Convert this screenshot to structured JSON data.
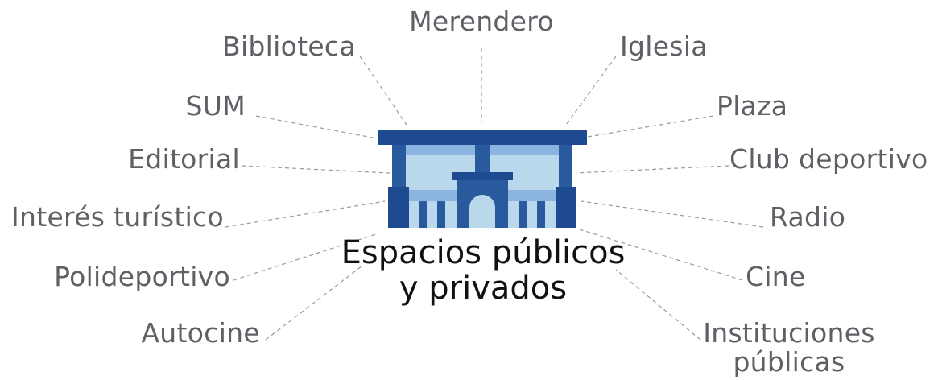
{
  "center": {
    "title_line1": "Espacios públicos",
    "title_line2": "y privados",
    "icon": "building-icon"
  },
  "items": [
    {
      "label": "Merendero"
    },
    {
      "label": "Biblioteca"
    },
    {
      "label": "Iglesia"
    },
    {
      "label": "SUM"
    },
    {
      "label": "Plaza"
    },
    {
      "label": "Editorial"
    },
    {
      "label": "Club deportivo"
    },
    {
      "label": "Interés turístico"
    },
    {
      "label": "Radio"
    },
    {
      "label": "Polideportivo"
    },
    {
      "label": "Cine"
    },
    {
      "label": "Autocine"
    },
    {
      "label": "Instituciones públicas"
    }
  ],
  "colors": {
    "dark_blue": "#1d4a91",
    "mid_blue": "#8cb4e0",
    "light_blue": "#bad8ec",
    "label_gray": "#5f6065",
    "line_gray": "#9a9a9a"
  }
}
